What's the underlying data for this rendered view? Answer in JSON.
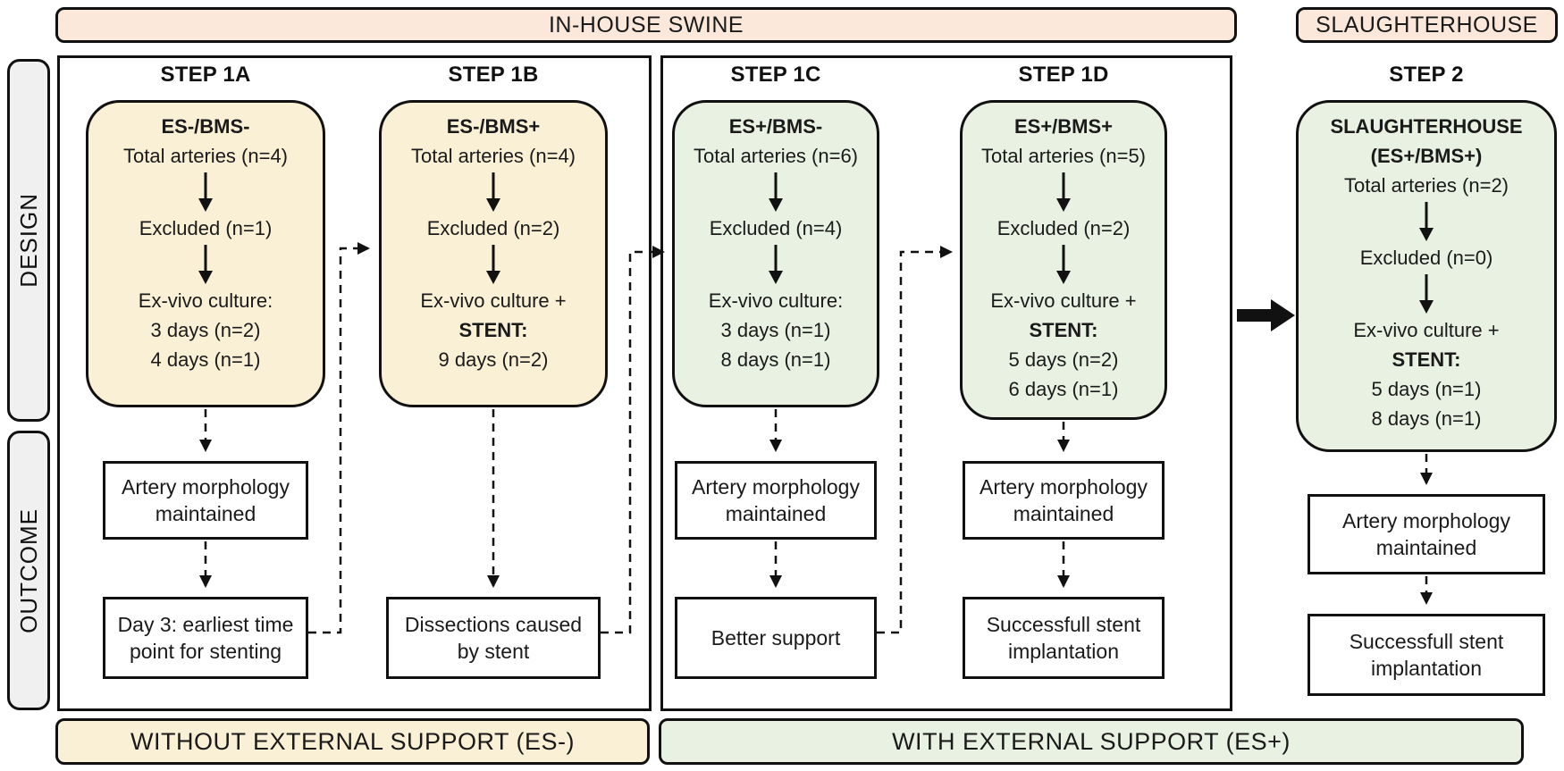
{
  "header": {
    "inhouse_label": "IN-HOUSE SWINE",
    "slaughterhouse_label": "SLAUGHTERHOUSE"
  },
  "side_labels": {
    "design": "DESIGN",
    "outcome": "OUTCOME"
  },
  "footer": {
    "without_es": "WITHOUT EXTERNAL SUPPORT (ES-)",
    "with_es": "WITH EXTERNAL SUPPORT (ES+)"
  },
  "colors": {
    "header_peach": "#fbe8db",
    "design_tan": "#faf0d5",
    "design_green": "#e9f1e3",
    "rail_gray": "#f0f0f0",
    "border_black": "#111111"
  },
  "steps": [
    {
      "title": "STEP 1A",
      "heading": "ES-/BMS-",
      "total": "Total arteries (n=4)",
      "excluded": "Excluded (n=1)",
      "culture": [
        "Ex-vivo culture:",
        "3 days (n=2)",
        "4 days (n=1)"
      ],
      "outcome1": "Artery morphology maintained",
      "outcome2": "Day 3: earliest time point for stenting"
    },
    {
      "title": "STEP 1B",
      "heading": "ES-/BMS+",
      "total": "Total arteries (n=4)",
      "excluded": "Excluded (n=2)",
      "culture": [
        "Ex-vivo culture +",
        "STENT:",
        "9 days (n=2)"
      ],
      "outcome2": "Dissections caused by stent"
    },
    {
      "title": "STEP 1C",
      "heading": "ES+/BMS-",
      "total": "Total arteries (n=6)",
      "excluded": "Excluded (n=4)",
      "culture": [
        "Ex-vivo culture:",
        "3 days (n=1)",
        "8 days (n=1)"
      ],
      "outcome1": "Artery morphology maintained",
      "outcome2": "Better support"
    },
    {
      "title": "STEP 1D",
      "heading": "ES+/BMS+",
      "total": "Total arteries (n=5)",
      "excluded": "Excluded (n=2)",
      "culture": [
        "Ex-vivo culture +",
        "STENT:",
        "5 days (n=2)",
        "6 days (n=1)"
      ],
      "outcome1": "Artery morphology maintained",
      "outcome2": "Successfull stent implantation"
    },
    {
      "title": "STEP 2",
      "heading": "SLAUGHTERHOUSE",
      "heading2": "(ES+/BMS+)",
      "total": "Total arteries (n=2)",
      "excluded": "Excluded (n=0)",
      "culture": [
        "Ex-vivo culture +",
        "STENT:",
        "5 days (n=1)",
        "8 days (n=1)"
      ],
      "outcome1": "Artery morphology maintained",
      "outcome2": "Successfull stent implantation"
    }
  ]
}
